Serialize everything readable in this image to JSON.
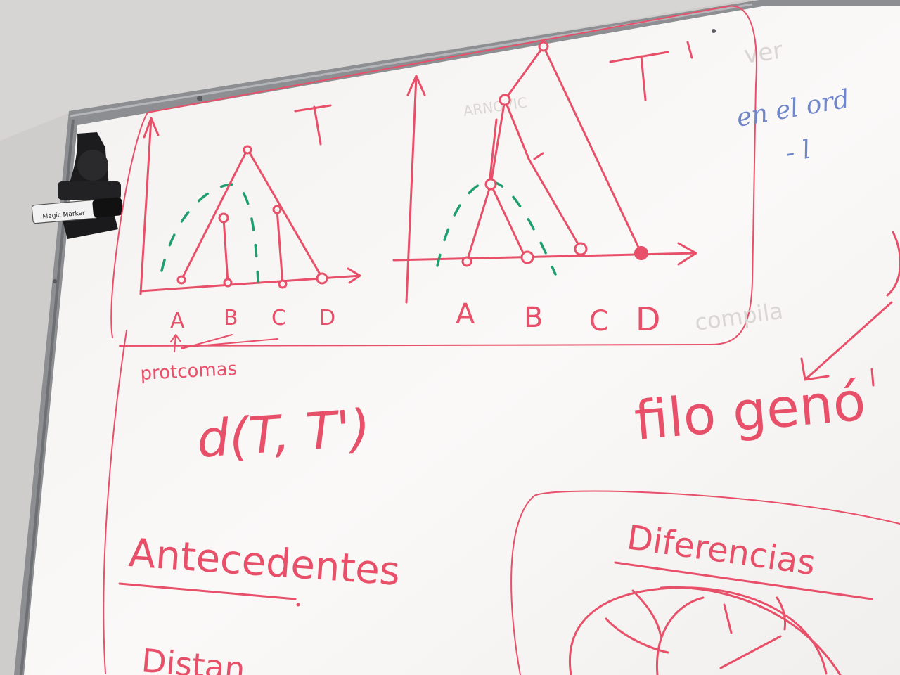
{
  "whiteboard": {
    "tree_left": {
      "label": "T",
      "leaves": [
        "A",
        "B",
        "C",
        "D"
      ]
    },
    "tree_right": {
      "label": "T'",
      "leaves": [
        "A",
        "B",
        "C",
        "D"
      ]
    },
    "protcomas_label": "protcomas",
    "distance_formula": "d(T, T')",
    "antecedentes": "Antecedentes",
    "distancia_partial": "Distan",
    "filogenomica": "filo genó",
    "diferencias": "Diferencias",
    "blue_notes": [
      "en el ord",
      "- l"
    ],
    "ghost_text": "compila"
  },
  "marker": {
    "brand": "Magic Marker"
  },
  "colors": {
    "ink_red": "#e8506a",
    "ink_green": "#1f9e6e",
    "ink_blue": "#6f86c9",
    "board_white": "#f8f6f5",
    "wall": "#cfcdcb",
    "frame": "#8d8e92"
  }
}
